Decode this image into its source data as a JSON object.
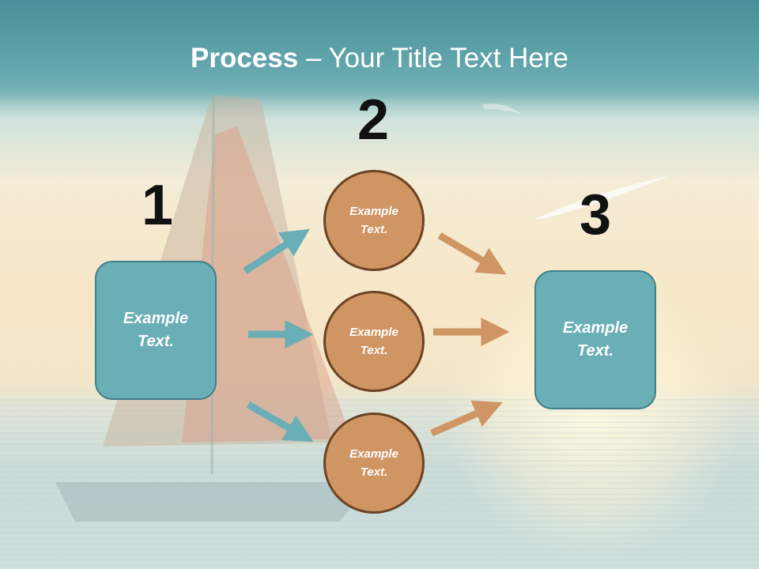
{
  "title": {
    "bold": "Process",
    "separator": " – ",
    "rest": "Your Title Text Here"
  },
  "steps": [
    {
      "number": "1",
      "text": "Example Text."
    },
    {
      "number": "2",
      "items": [
        "Example Text.",
        "Example Text.",
        "Example Text."
      ]
    },
    {
      "number": "3",
      "text": "Example Text."
    }
  ],
  "colors": {
    "teal": "#6aaeb6",
    "teal_border": "#3f7f89",
    "orange": "#cf9563",
    "orange_border": "#6b4323",
    "number": "#111111"
  }
}
